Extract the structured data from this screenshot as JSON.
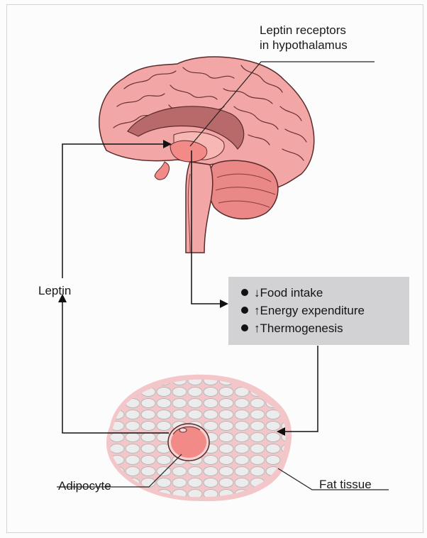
{
  "labels": {
    "receptor_line1": "Leptin receptors",
    "receptor_line2": "in hypothalamus",
    "leptin": "Leptin",
    "adipocyte": "Adipocyte",
    "fat_tissue": "Fat tissue"
  },
  "effects": [
    {
      "symbol": "↓",
      "text": "Food intake"
    },
    {
      "symbol": "↑",
      "text": "Energy expenditure"
    },
    {
      "symbol": "↑",
      "text": "Thermogenesis"
    }
  ],
  "colors": {
    "brain_fill": "#f2a7a6",
    "brain_outline": "#5a2a2a",
    "hypothalamus": "#f28b87",
    "corpus_callosum": "#b86a6a",
    "fat_tissue": "#f3c6c9",
    "box": "#d2d2d5",
    "arrow": "#111111"
  },
  "icons": {
    "bullet": "bullet-dot-icon",
    "arrowhead": "arrowhead-icon"
  }
}
